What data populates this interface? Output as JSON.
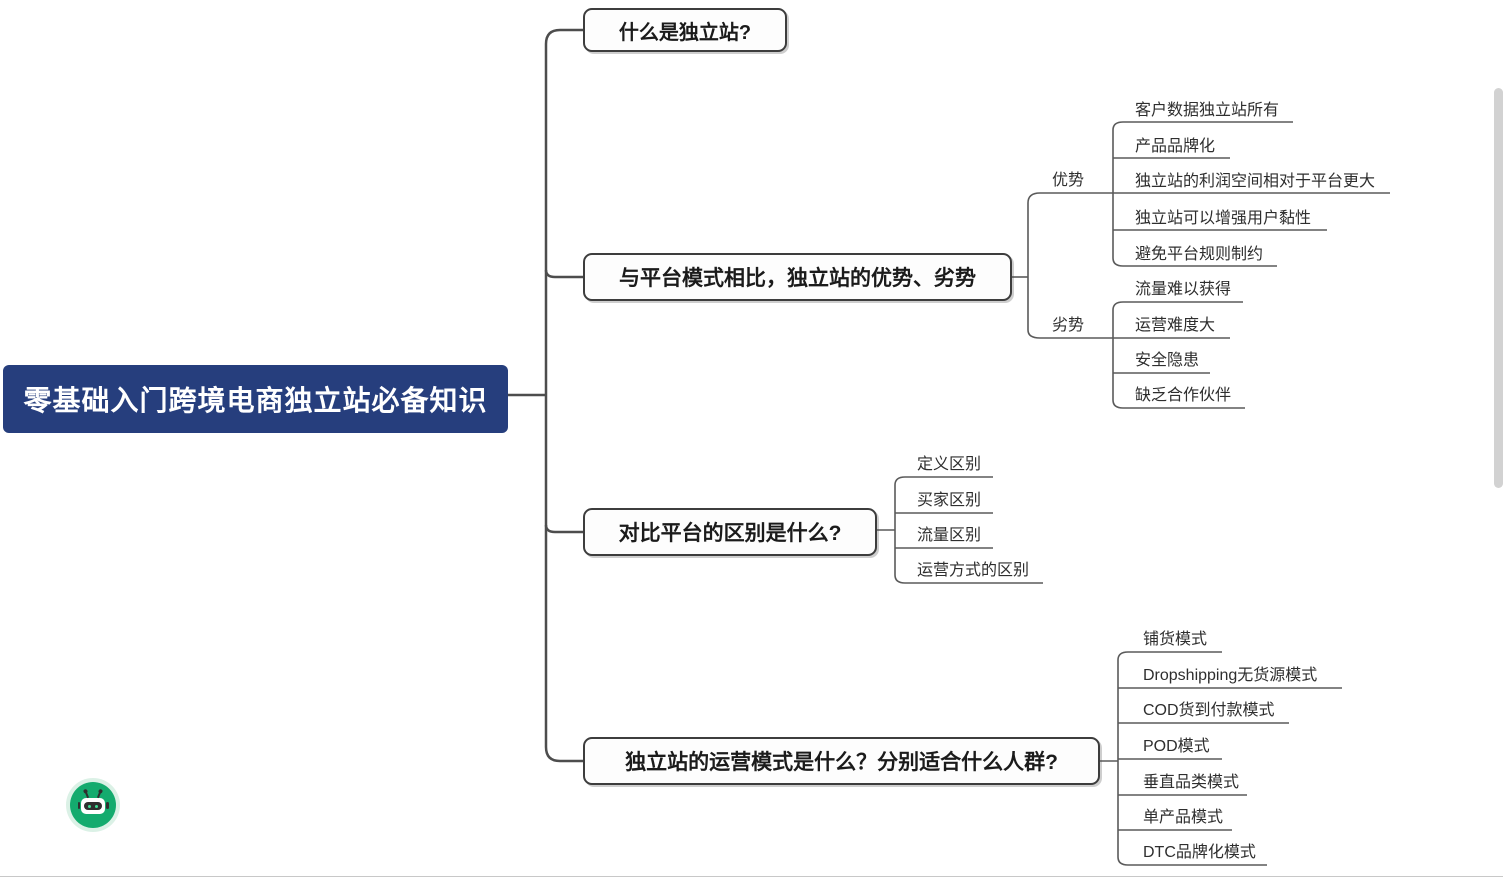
{
  "root": {
    "label": "零基础入门跨境电商独立站必备知识"
  },
  "branches": [
    {
      "label": "什么是独立站?"
    },
    {
      "label": "与平台模式相比，独立站的优势、劣势",
      "groups": [
        {
          "label": "优势",
          "items": [
            "客户数据独立站所有",
            "产品品牌化",
            "独立站的利润空间相对于平台更大",
            "独立站可以增强用户黏性",
            "避免平台规则制约"
          ]
        },
        {
          "label": "劣势",
          "items": [
            "流量难以获得",
            "运营难度大",
            "安全隐患",
            "缺乏合作伙伴"
          ]
        }
      ]
    },
    {
      "label": "对比平台的区别是什么?",
      "items": [
        "定义区别",
        "买家区别",
        "流量区别",
        "运营方式的区别"
      ]
    },
    {
      "label": "独立站的运营模式是什么？分别适合什么人群?",
      "items": [
        "铺货模式",
        "Dropshipping无货源模式",
        "COD货到付款模式",
        "POD模式",
        "垂直品类模式",
        "单产品模式",
        "DTC品牌化模式"
      ]
    }
  ],
  "colors": {
    "root_bg": "#263e7d",
    "root_text": "#ffffff",
    "node_border": "#3d3d3d",
    "connector": "#4d4d4d",
    "leaf_line": "#5a5a5a",
    "assistant_green": "#14ab6e",
    "scrollbar": "#d2d2d2"
  },
  "icons": {
    "assistant": "robot-icon"
  }
}
